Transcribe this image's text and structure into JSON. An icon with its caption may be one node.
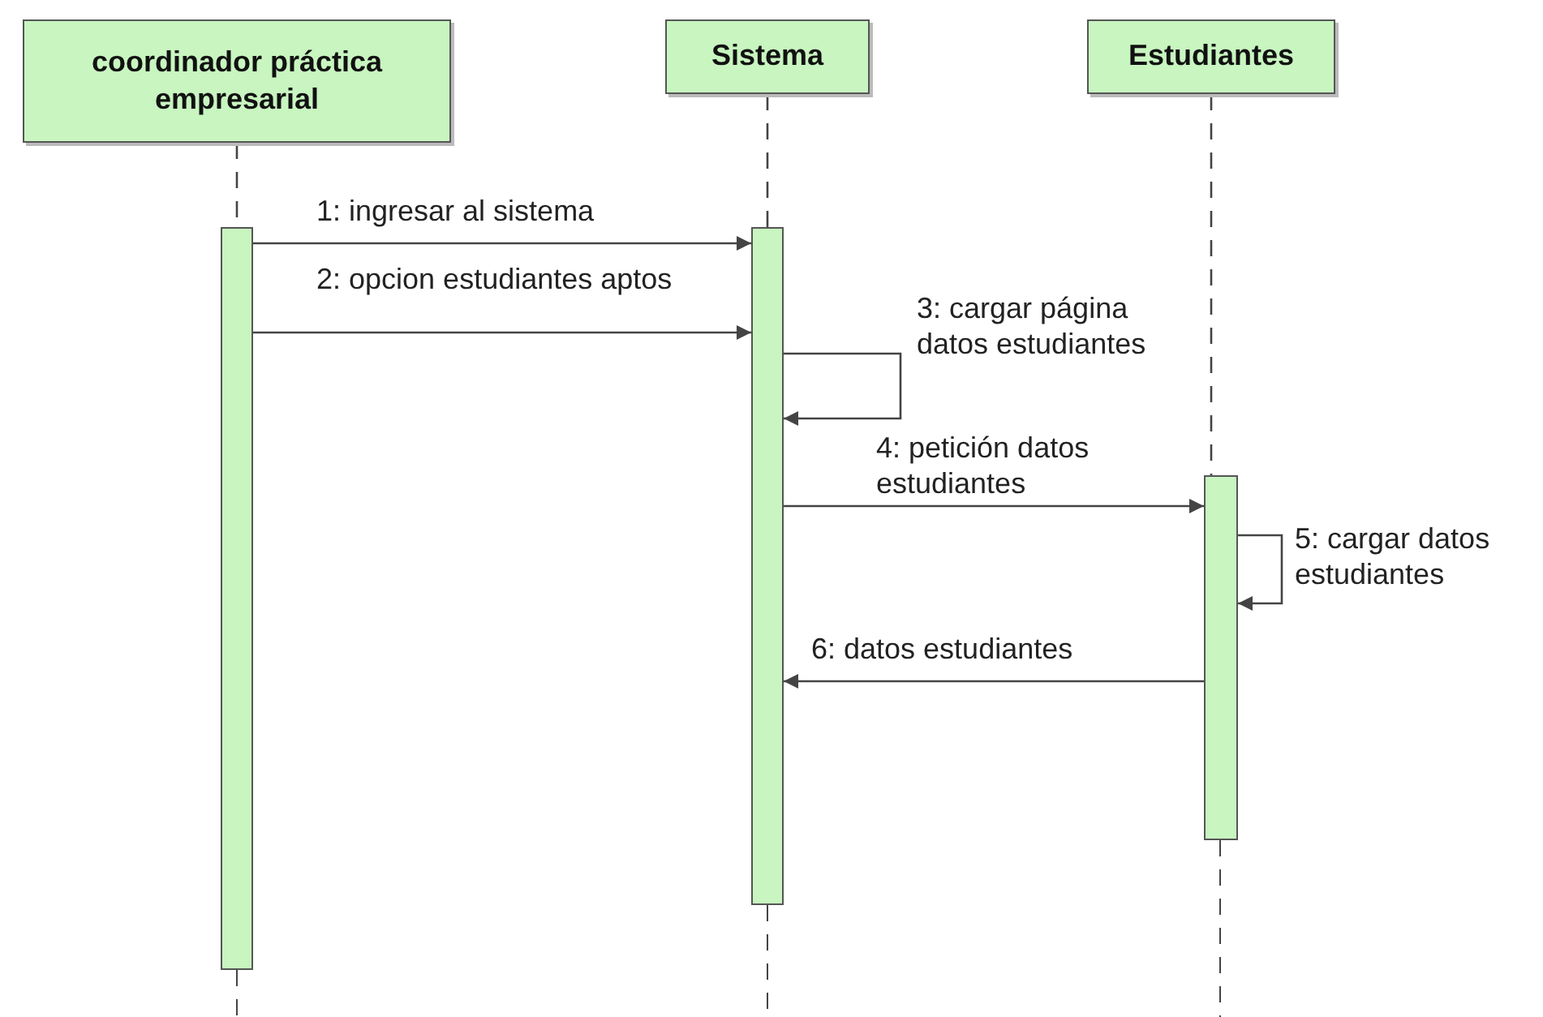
{
  "diagram": {
    "nodes": [
      {
        "text": [
          "coordinador práctica empresarial"
        ]
      },
      {
        "text": [
          "Sistema"
        ]
      },
      {
        "text": [
          "Estudiantes"
        ]
      },
      {
        "text": [],
        "shape": "bar"
      },
      {
        "text": [],
        "shape": "bar"
      },
      {
        "text": [],
        "shape": "bar"
      }
    ],
    "edges": [
      {
        "from": 0,
        "to": 3,
        "arrow": "none",
        "style": "dashed"
      },
      {
        "from": 1,
        "to": 4,
        "arrow": "none",
        "style": "dashed"
      },
      {
        "from": 2,
        "to": 5,
        "arrow": "none",
        "style": "dashed"
      },
      {
        "from": 3,
        "to": 4,
        "arrow": "to",
        "label": "1: ingresar al sistema"
      },
      {
        "from": 3,
        "to": 4,
        "arrow": "to",
        "label": "2: opcion estudiantes aptos"
      },
      {
        "from": 4,
        "to": 4,
        "arrow": "to",
        "label": "3: cargar página datos estudiantes"
      },
      {
        "from": 4,
        "to": 5,
        "arrow": "to",
        "label": "4: petición datos estudiantes"
      },
      {
        "from": 5,
        "to": 5,
        "arrow": "to",
        "label": "5: cargar datos estudiantes"
      },
      {
        "from": 5,
        "to": 4,
        "arrow": "to",
        "label": "6: datos estudiantes"
      }
    ]
  }
}
